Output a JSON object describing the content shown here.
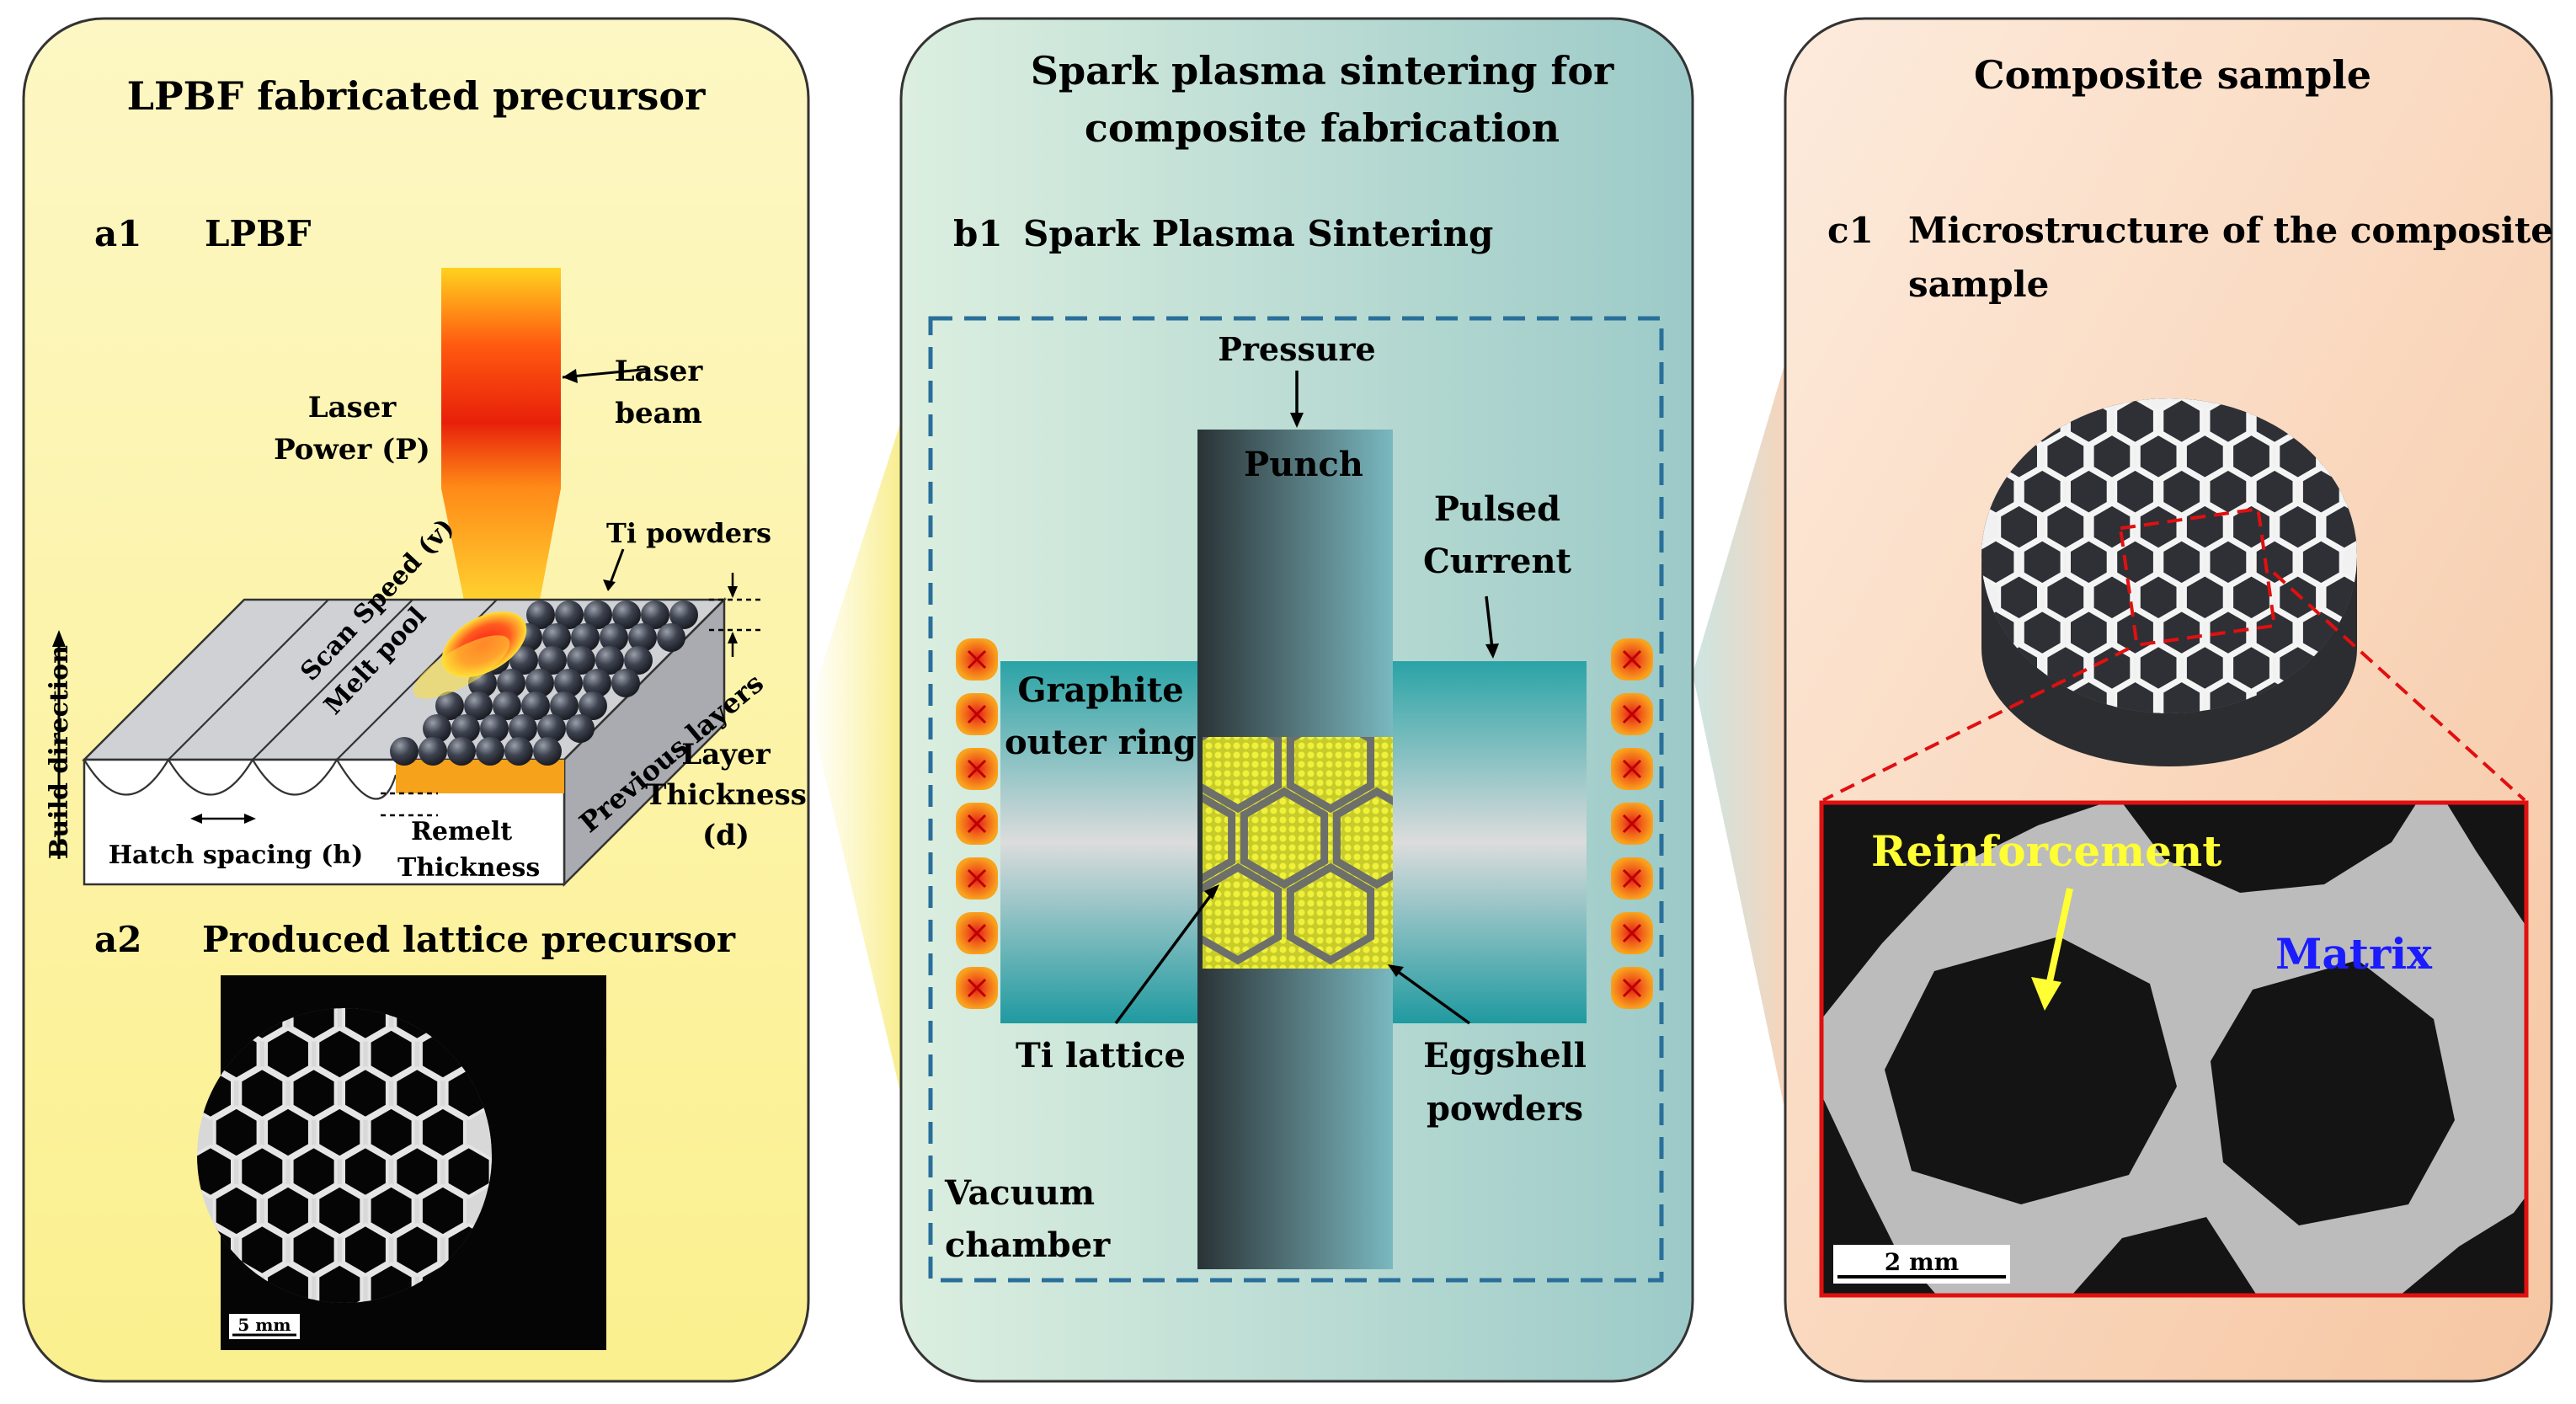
{
  "panelA": {
    "title": "LPBF fabricated precursor",
    "a1": {
      "tag": "a1",
      "title": "LPBF",
      "labels": {
        "laser_beam_1": "Laser",
        "laser_beam_2": "beam",
        "laser_power_1": "Laser",
        "laser_power_2": "Power (P)",
        "scan_speed": "Scan Speed (v)",
        "melt_pool": "Melt pool",
        "ti_powders": "Ti powders",
        "build_direction": "Build direction",
        "previous_layers": "Previous layers",
        "layer_thickness_1": "Layer",
        "layer_thickness_2": "Thickness",
        "layer_thickness_3": "(d)",
        "remelt_1": "Remelt",
        "remelt_2": "Thickness",
        "hatch_spacing": "Hatch spacing (h)"
      }
    },
    "a2": {
      "tag": "a2",
      "title": "Produced lattice precursor",
      "scale_bar": "5 mm"
    }
  },
  "panelB": {
    "title_line1": "Spark plasma sintering for",
    "title_line2": "composite fabrication",
    "b1": {
      "tag": "b1",
      "title": "Spark Plasma Sintering",
      "labels": {
        "pressure": "Pressure",
        "punch": "Punch",
        "pulsed_1": "Pulsed",
        "pulsed_2": "Current",
        "graphite_1": "Graphite",
        "graphite_2": "outer ring",
        "ti_lattice": "Ti lattice",
        "eggshell_1": "Eggshell",
        "eggshell_2": "powders",
        "vacuum_1": "Vacuum",
        "vacuum_2": "chamber"
      }
    }
  },
  "panelC": {
    "title": "Composite sample",
    "c1": {
      "tag": "c1",
      "title_line1": "Microstructure of the composite",
      "title_line2": "sample",
      "reinforcement": "Reinforcement",
      "matrix": "Matrix",
      "scale_bar": "2 mm"
    }
  },
  "colors": {
    "panelA_bg": "#fdf6b4",
    "panelB_bg": "#a9d1cf",
    "panelC_bg": "#f9d5bc",
    "reinforcement_arrow": "#ffff33",
    "matrix_text": "#1b1bff",
    "zoom_box": "#e01010",
    "dashed_frame": "#2a6f9a"
  }
}
